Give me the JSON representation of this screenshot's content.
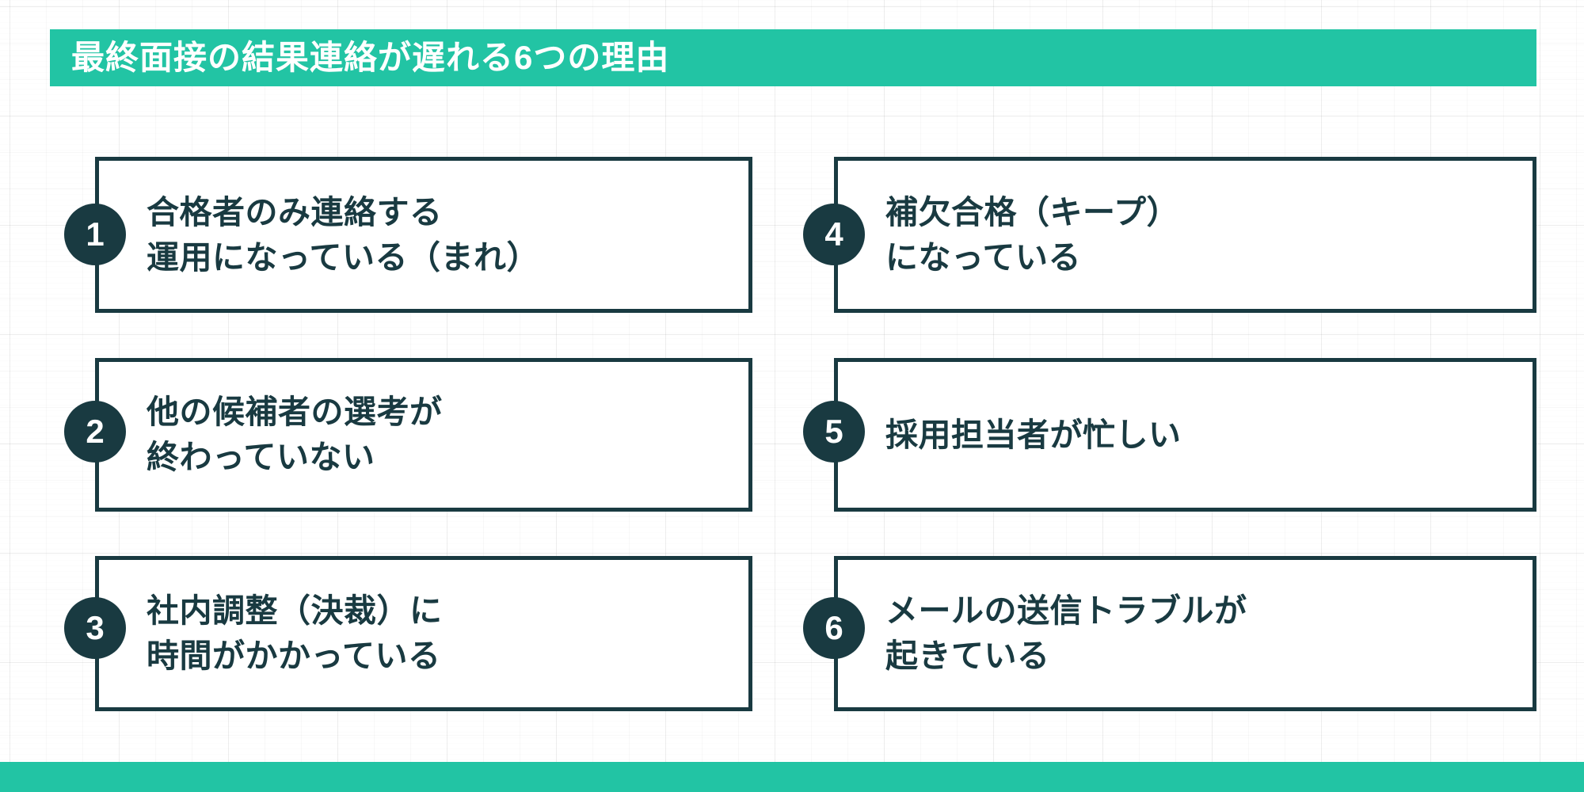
{
  "colors": {
    "accent_teal": "#22C4A4",
    "dark_navy": "#193A41",
    "card_fill": "#FFFFFF",
    "background": "#FFFFFF"
  },
  "header": {
    "title": "最終面接の結果連絡が遅れる6つの理由"
  },
  "reasons": [
    {
      "number": "1",
      "text": "合格者のみ連絡する\n運用になっている（まれ）"
    },
    {
      "number": "2",
      "text": "他の候補者の選考が\n終わっていない"
    },
    {
      "number": "3",
      "text": "社内調整（決裁）に\n時間がかかっている"
    },
    {
      "number": "4",
      "text": "補欠合格（キープ）\nになっている"
    },
    {
      "number": "5",
      "text": "採用担当者が忙しい"
    },
    {
      "number": "6",
      "text": "メールの送信トラブルが\n起きている"
    }
  ],
  "footer": {
    "bar_label": ""
  }
}
